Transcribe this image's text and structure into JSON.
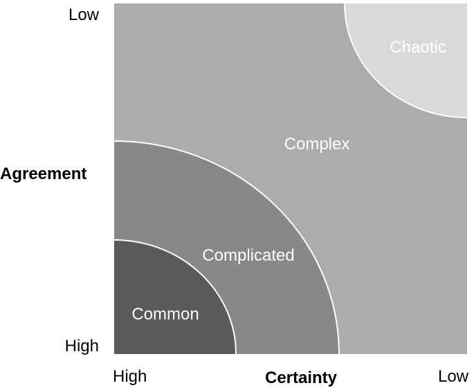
{
  "y_axis": {
    "title": "Agreement",
    "top_label": "Low",
    "bottom_label": "High"
  },
  "x_axis": {
    "title": "Certainty",
    "left_label": "High",
    "right_label": "Low"
  },
  "regions": {
    "complex": {
      "label": "Complex",
      "fill": "#acacac"
    },
    "chaotic": {
      "label": "Chaotic",
      "fill": "#d9d9d9"
    },
    "complicated": {
      "label": "Complicated",
      "fill": "#888888"
    },
    "common": {
      "label": "Common",
      "fill": "#5a5a5a"
    }
  },
  "colors": {
    "boundary": "#ffffff",
    "region_text": "#ffffff"
  }
}
